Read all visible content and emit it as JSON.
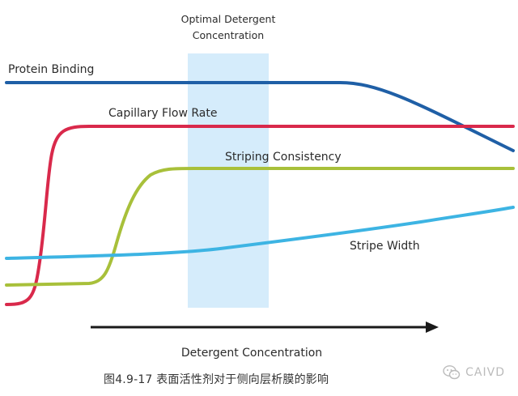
{
  "diagram": {
    "band_label_line1": "Optimal Detergent",
    "band_label_line2": "Concentration",
    "x_axis_label": "Detergent Concentration",
    "curves": [
      {
        "name": "Protein Binding",
        "color": "#1f5fa6"
      },
      {
        "name": "Capillary Flow Rate",
        "color": "#d9294b"
      },
      {
        "name": "Striping Consistency",
        "color": "#a8c03a"
      },
      {
        "name": "Stripe Width",
        "color": "#3db4e3"
      }
    ],
    "band_color": "#d5ecfb",
    "arrow_color": "#1a1a1a"
  },
  "caption": "图4.9-17 表面活性剂对于侧向层析膜的影响",
  "watermark": {
    "text": "CAIVD",
    "icon": "wechat-icon"
  }
}
